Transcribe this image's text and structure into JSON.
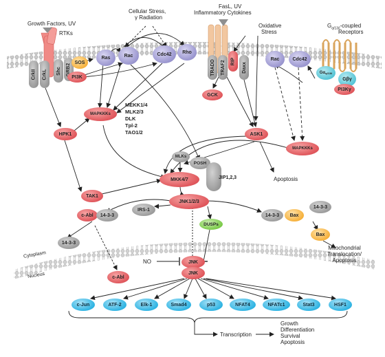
{
  "stimuli": {
    "growth": "Growth Factors, UV",
    "rtks": "RTKs",
    "stress_line1": "Cellular Stress,",
    "stress_line2": "γ Radiation",
    "fasl_line1": "FasL, UV",
    "fasl_line2": "Inflammatory Cytokines",
    "oxid_line1": "Oxidative",
    "oxid_line2": "Stress",
    "gpcr_line1": "G",
    "gpcr_sub": "q/13/i",
    "gpcr_line1b": "-coupled",
    "gpcr_line2": "Receptors"
  },
  "membrane_nodes": {
    "crkii": "CrkII",
    "crkl": "CrkL",
    "shc": "Shc",
    "grb2": "GRB2",
    "sos": "SOS",
    "pi3k": "PI3K",
    "ras": "Ras",
    "rac": "Rac",
    "cdc42": "Cdc42",
    "rho": "Rho",
    "tradd": "TRADD",
    "traf2": "TRAF2",
    "rip": "RIP",
    "daxx": "Daxx",
    "rac2": "Rac",
    "cdc42_2": "Cdc42",
    "galpha": "Gα",
    "galpha_sub": "q/13/i",
    "gbg": "Gβγ",
    "pi3kg": "PI3Kγ"
  },
  "cytoplasm_nodes": {
    "gck": "GCK",
    "mapkkks": "MAPKKKs",
    "mapkkks2": "MAPKKKs",
    "hpk1": "HPK1",
    "ask1": "ASK1",
    "mlks": "MLKs",
    "posh": "POSH",
    "jip": "JIP1,2,3",
    "mkk47": "MKK4/7",
    "tak1": "TAK1",
    "jnk123": "JNK1/2/3",
    "irs1": "IRS-1",
    "cabl": "c-Abl",
    "p1433a": "14-3-3",
    "p1433b": "14-3-3",
    "p1433c": "14-3-3",
    "p1433d": "14-3-3",
    "bax": "Bax",
    "bax2": "Bax",
    "dusps": "DUSPs"
  },
  "mapkkk_list": [
    "MEKK1/4",
    "MLK2/3",
    "DLK",
    "Tpl-2",
    "TAO1/2"
  ],
  "apoptosis": "Apoptosis",
  "mito_line1": "Mitochondrial",
  "mito_line2": "Translocation/",
  "mito_line3": "Apoptosis",
  "compartments": {
    "cytoplasm": "Cytoplasm",
    "nucleus": "Nucleus"
  },
  "nuclear_nodes": {
    "cabl_nuc": "c-Abl",
    "no": "NO",
    "jnk_top": "JNK",
    "jnk_bottom": "JNK"
  },
  "transcription_factors": [
    "c-Jun",
    "ATF-2",
    "Elk-1",
    "Smad4",
    "p53",
    "NFAT4",
    "NFATc1",
    "Stat3",
    "HSF1"
  ],
  "transcription": "Transcription",
  "outcomes": [
    "Growth",
    "Differentiation",
    "Survival",
    "Apoptosis"
  ],
  "colors": {
    "pink": "#e0575c",
    "lilac": "#9a96cf",
    "gray": "#9c9c9c",
    "orange": "#f6b13c",
    "green": "#7ccb4a",
    "teal": "#57c5d6",
    "blue": "#2fb4e3",
    "membrane": "#b5b5b5"
  }
}
